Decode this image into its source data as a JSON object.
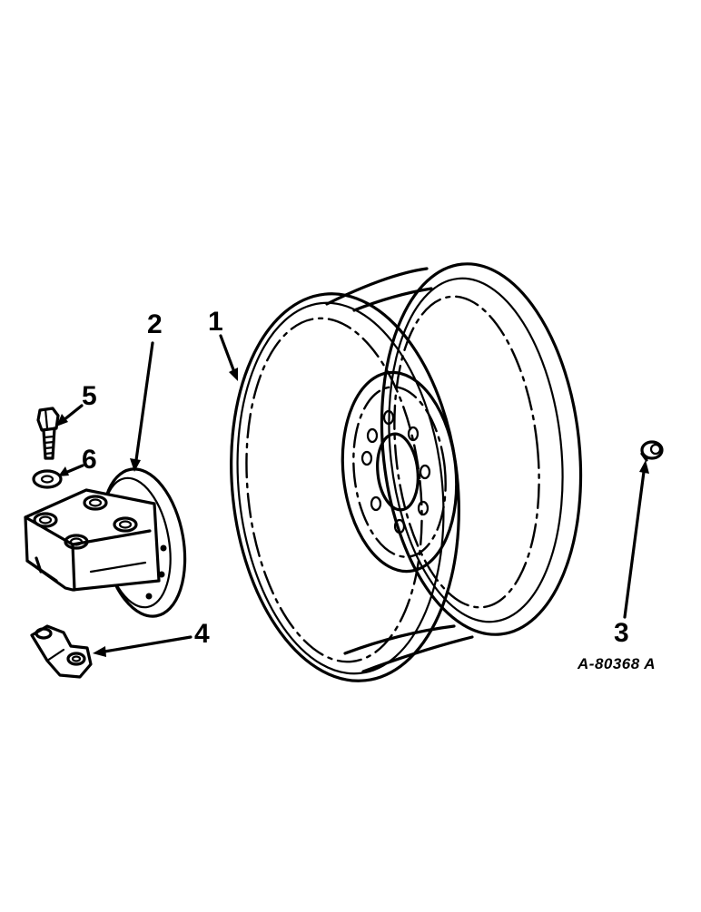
{
  "figure_code": "A-80368 A",
  "callouts": [
    {
      "id": "1",
      "label": "1",
      "part": "wheel-rim"
    },
    {
      "id": "2",
      "label": "2",
      "part": "hub-flange"
    },
    {
      "id": "3",
      "label": "3",
      "part": "valve-stem"
    },
    {
      "id": "4",
      "label": "4",
      "part": "clamp"
    },
    {
      "id": "5",
      "label": "5",
      "part": "bolt"
    },
    {
      "id": "6",
      "label": "6",
      "part": "washer"
    }
  ],
  "colors": {
    "line": "#000000",
    "background": "#ffffff"
  }
}
